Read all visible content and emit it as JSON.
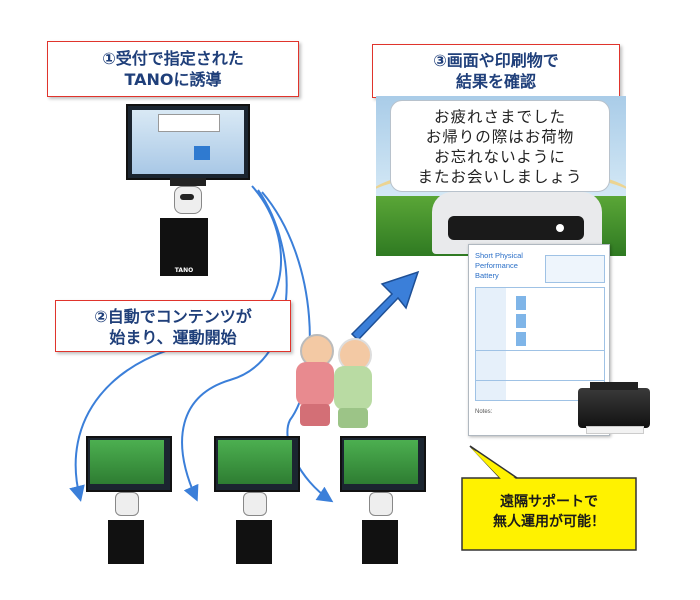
{
  "callouts": {
    "step1": {
      "line1": "①受付で指定された",
      "line2": "TANOに誘導"
    },
    "step2": {
      "line1": "②自動でコンテンツが",
      "line2": "始まり、運動開始"
    },
    "step3": {
      "line1": "③画面や印刷物で",
      "line2": "結果を確認"
    }
  },
  "screen_message": {
    "line1": "お疲れさまでした",
    "line2": "お帰りの際はお荷物",
    "line3": "お忘れないように",
    "line4": "またお会いしましょう"
  },
  "report": {
    "title_line1": "Short Physical",
    "title_line2": "Performance",
    "title_line3": "Battery",
    "notes_label": "Notes:"
  },
  "kiosk_brand": "TANO",
  "balloon": {
    "line1": "遠隔サポートで",
    "line2": "無人運用が可能！"
  },
  "colors": {
    "callout_border": "#e0342c",
    "callout_text": "#1f3f7a",
    "arrow_blue": "#3b7fd9",
    "balloon_yellow": "#fff200"
  }
}
